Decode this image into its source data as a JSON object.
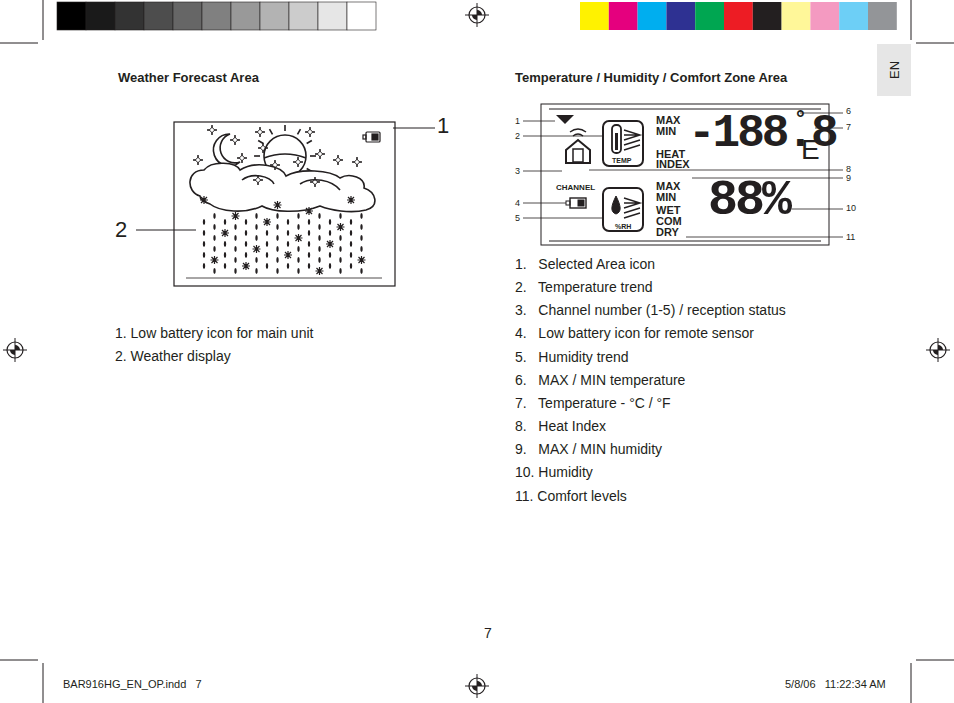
{
  "diagram": {
    "nodes": [
      {
        "text": [
          "EN"
        ]
      }
    ],
    "labels": [
      "Weather Forecast Area",
      "Temperature / Humidity / Comfort Zone Area",
      "1",
      "2",
      "1. Low battery icon for main unit",
      "2. Weather display",
      "MAX",
      "MIN",
      "HEAT",
      "INDEX",
      "TEMP",
      "CHANNEL",
      "MAX",
      "MIN",
      "WET",
      "COM",
      "DRY",
      "%RH",
      "-188.8",
      "°",
      "E",
      "88%",
      "1",
      "2",
      "3",
      "4",
      "5",
      "6",
      "7",
      "8",
      "9",
      "10",
      "11",
      "1.   Selected Area icon",
      "2.   Temperature trend",
      "3.   Channel number (1-5) / reception status",
      "4.   Low battery icon for remote sensor",
      "5.   Humidity trend",
      "6.   MAX / MIN temperature",
      "7.   Temperature - °C / °F",
      "8.   Heat Index",
      "9.   MAX / MIN humidity",
      "10. Humidity",
      "11. Comfort levels",
      "7",
      "BAR916HG_EN_OP.indd   7",
      "5/8/06   11:22:34 AM"
    ]
  }
}
